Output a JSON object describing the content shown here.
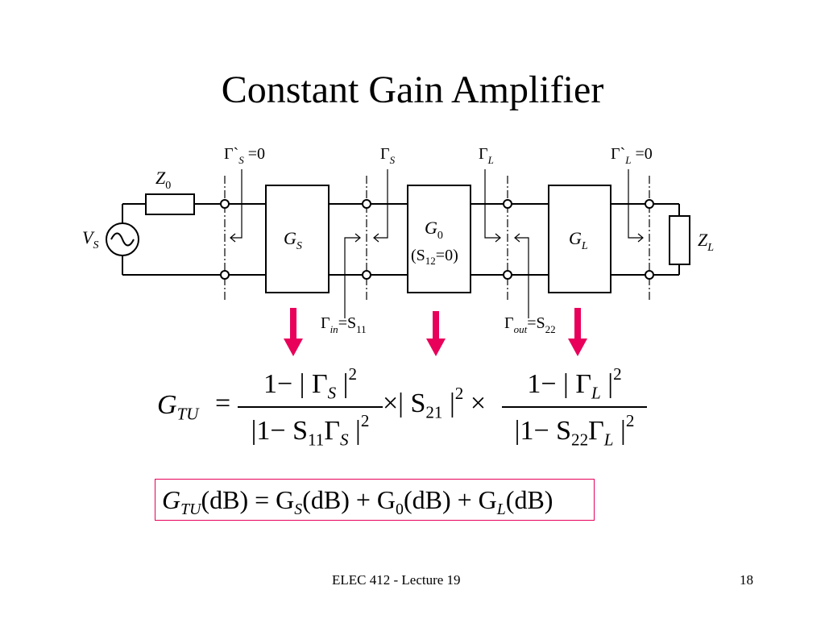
{
  "slide": {
    "title": "Constant Gain Amplifier",
    "footer_left": "ELEC 412 - Lecture 19",
    "page_number": "18"
  },
  "circuit": {
    "source_label": "V",
    "source_sub": "S",
    "z0_label": "Z",
    "z0_sub": "0",
    "zl_label": "Z",
    "zl_sub": "L",
    "block_gs": {
      "main": "G",
      "sub": "S"
    },
    "block_g0": {
      "main": "G",
      "sub": "0",
      "cond_pre": "(S",
      "cond_sub": "12",
      "cond_post": "=0)"
    },
    "block_gl": {
      "main": "G",
      "sub": "L"
    },
    "labels_top": [
      {
        "main": "Γ",
        "sub": "S",
        "prime": "`",
        "suffix": " =0"
      },
      {
        "main": "Γ",
        "sub": "S",
        "prime": "",
        "suffix": ""
      },
      {
        "main": "Γ",
        "sub": "L",
        "prime": "",
        "suffix": ""
      },
      {
        "main": "Γ",
        "sub": "L",
        "prime": "`",
        "suffix": " =0"
      }
    ],
    "labels_bottom": [
      {
        "main": "Γ",
        "sub": "in",
        "eq": "=S",
        "eq_sub": "11"
      },
      {
        "main": "Γ",
        "sub": "out",
        "eq": "=S",
        "eq_sub": "22"
      }
    ],
    "arrow_color": "#e8005a",
    "box_border_color": "#e8005a"
  },
  "equations": {
    "gtu": {
      "lhs": "G",
      "lhs_sub": "TU",
      "equals": "=",
      "num1": "1− | Γ",
      "num1_sub": "S",
      "num1_end": " |",
      "num1_sup": "2",
      "den1": "|1− S",
      "den1_sub": "11",
      "den1_mid": "Γ",
      "den1_sub2": "S",
      "den1_end": " |",
      "den1_sup": "2",
      "times1": "×| S",
      "mid_sub": "21",
      "mid_end": " |",
      "mid_sup": "2",
      "times2": " ×",
      "num2": "1− | Γ",
      "num2_sub": "L",
      "num2_end": " |",
      "num2_sup": "2",
      "den2": "|1− S",
      "den2_sub": "22",
      "den2_mid": "Γ",
      "den2_sub2": "L",
      "den2_end": " |",
      "den2_sup": "2"
    },
    "db": {
      "p1": "G",
      "p1_sub": "TU",
      "p2": "(dB) = G",
      "p2_sub": "S",
      "p3": "(dB) + G",
      "p3_sub": "0",
      "p4": "(dB) + G",
      "p4_sub": "L",
      "p5": "(dB)"
    }
  }
}
